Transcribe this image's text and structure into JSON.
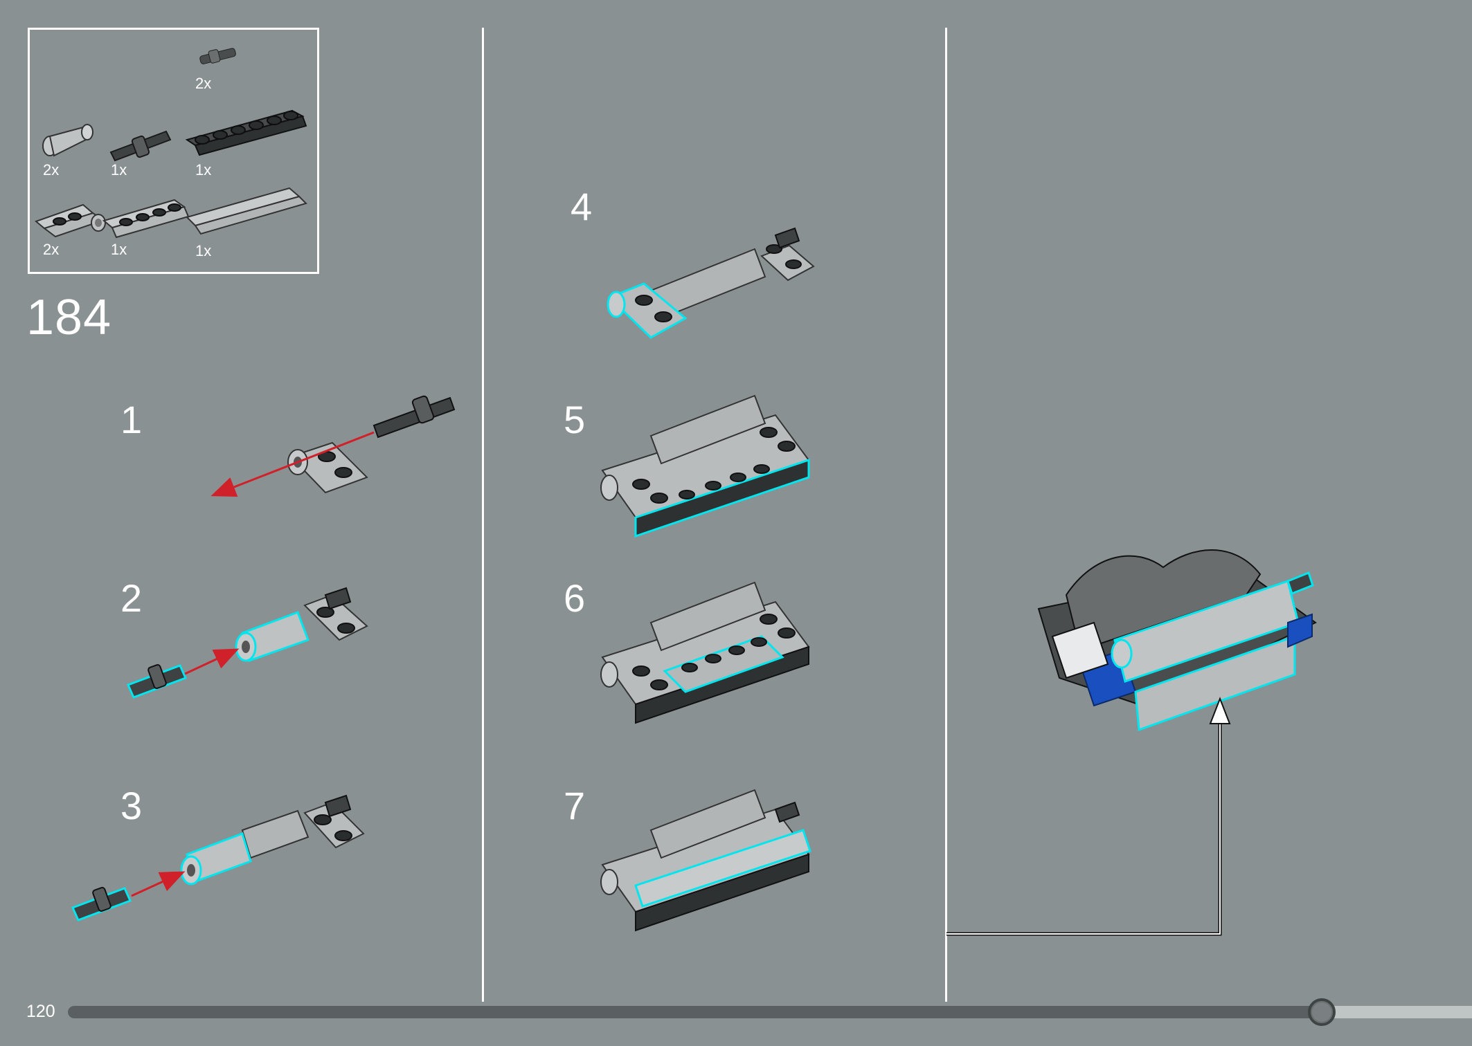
{
  "parts_list": {
    "items": [
      {
        "name": "axle-pin-small",
        "qty": "2x"
      },
      {
        "name": "bush-connector",
        "qty": "2x"
      },
      {
        "name": "axle-pin-dark",
        "qty": "1x"
      },
      {
        "name": "plate-1x6-dark",
        "qty": "1x"
      },
      {
        "name": "plate-1x2-with-pin-hole",
        "qty": "2x"
      },
      {
        "name": "plate-1x4",
        "qty": "1x"
      },
      {
        "name": "tile-1x6",
        "qty": "1x"
      }
    ]
  },
  "main_step": "184",
  "substeps": [
    "1",
    "2",
    "3",
    "4",
    "5",
    "6",
    "7"
  ],
  "page_number": "120",
  "progress": {
    "fraction": 0.893
  },
  "colors": {
    "background": "#8a9192",
    "highlight": "#00e5ee",
    "arrow_red": "#d0202a",
    "brick_light": "#b8bcbd",
    "brick_dark": "#3a3d3e",
    "accent_blue": "#1a4fbf"
  }
}
